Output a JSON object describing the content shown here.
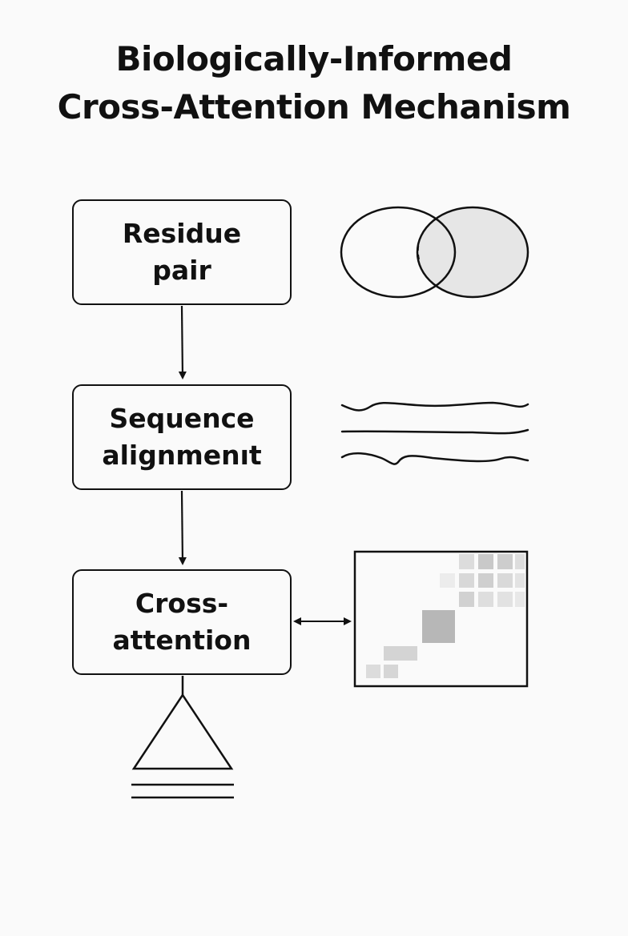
{
  "title": {
    "line1": "Biologically-Informed",
    "line2": "Cross-Attention Mechanism"
  },
  "nodes": [
    {
      "id": "residue",
      "line1": "Residue",
      "line2": "pair"
    },
    {
      "id": "sequence",
      "line1": "Sequence",
      "line2": "alignmenıt"
    },
    {
      "id": "cross",
      "line1": "Cross-",
      "line2": "attention"
    }
  ],
  "icons": {
    "venn": "venn-diagram-icon",
    "waves": "sequence-waves-icon",
    "matrix": "attention-matrix-icon",
    "triangle": "triangle-ground-icon"
  },
  "colors": {
    "stroke": "#111111",
    "background": "#fafafa",
    "venn_fill": "#e6e6e6"
  }
}
